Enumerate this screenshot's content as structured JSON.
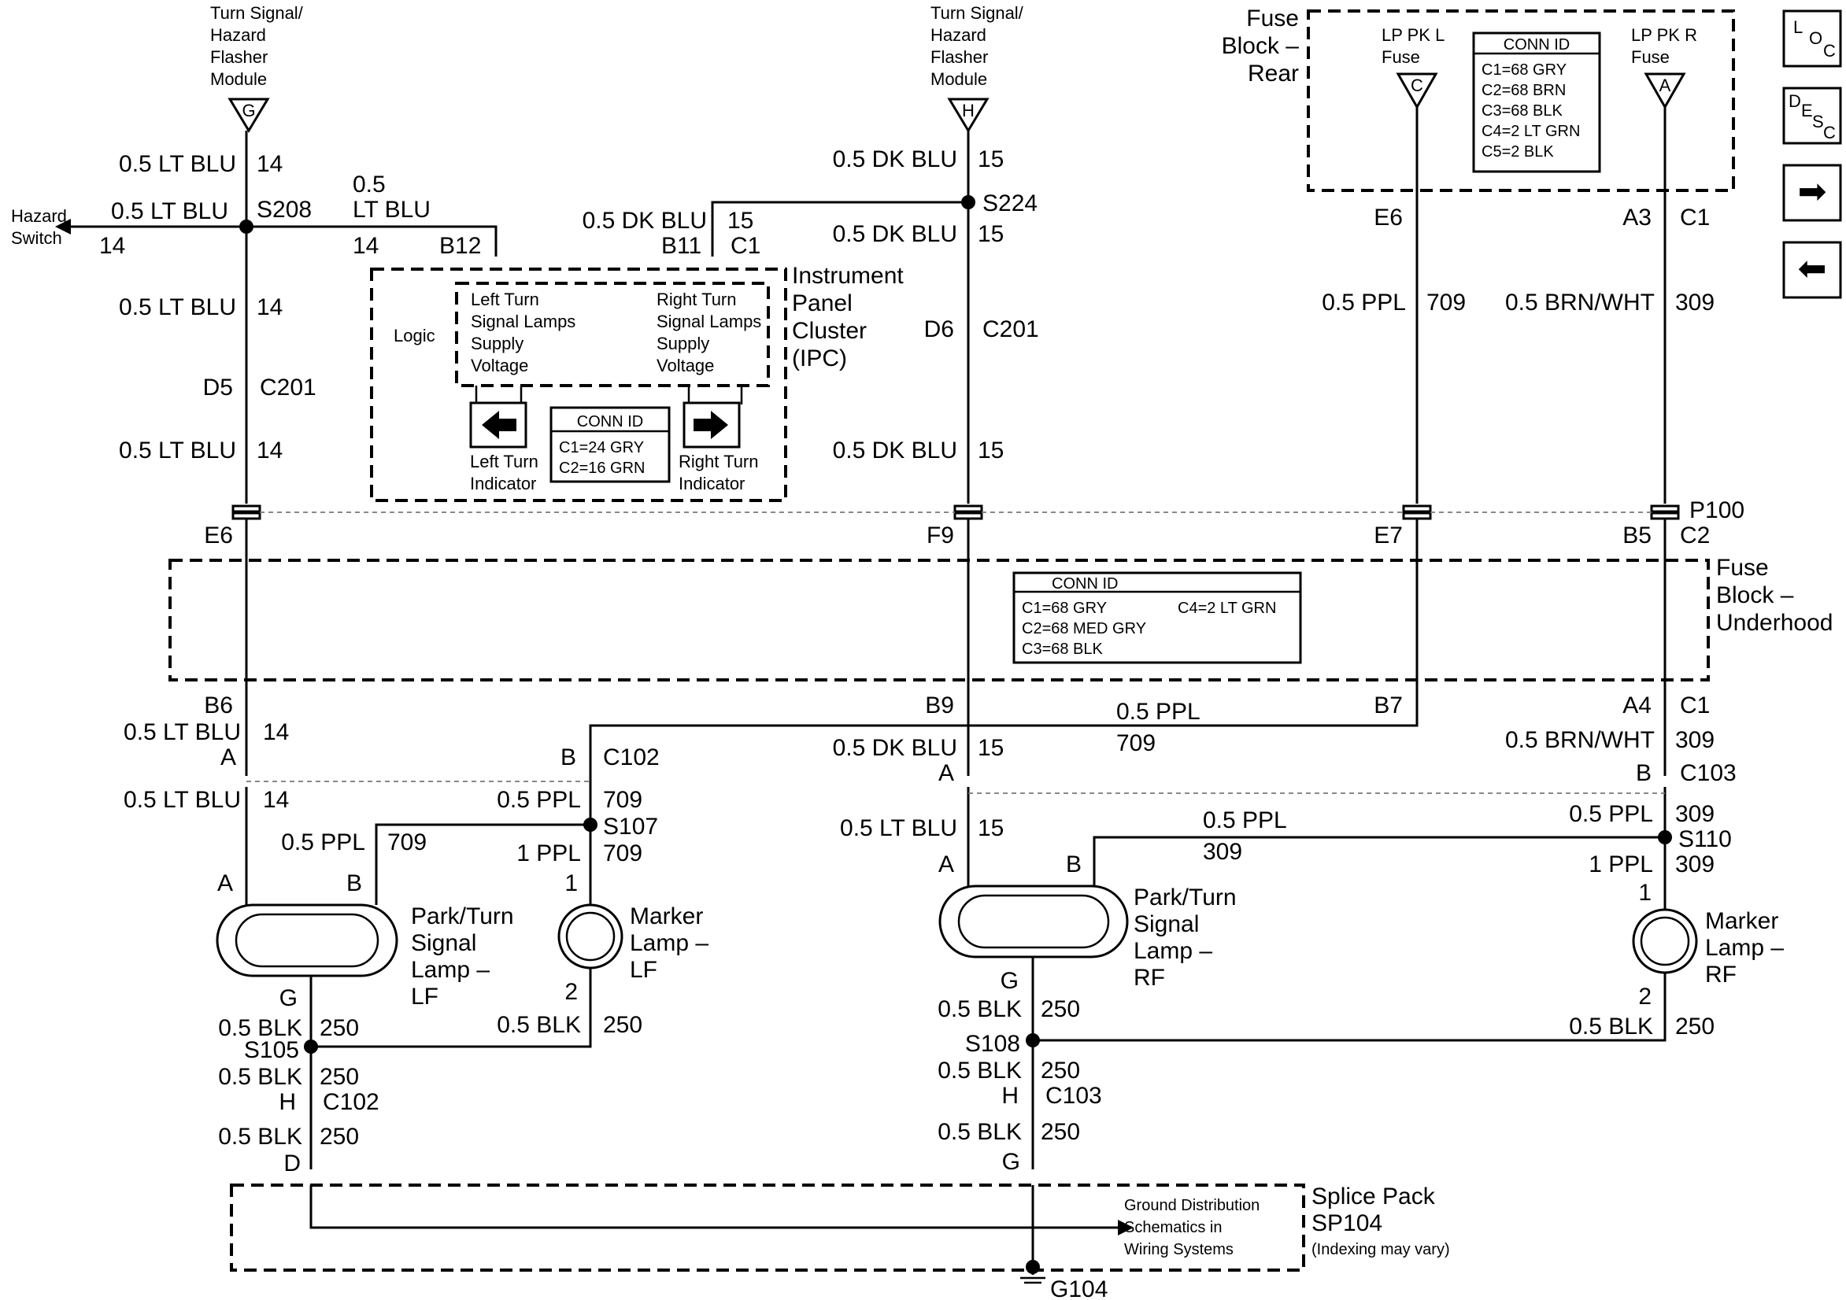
{
  "modules": {
    "flasher_left": {
      "lines": [
        "Turn Signal/",
        "Hazard",
        "Flasher",
        "Module"
      ],
      "terminal": "G"
    },
    "flasher_right": {
      "lines": [
        "Turn Signal/",
        "Hazard",
        "Flasher",
        "Module"
      ],
      "terminal": "H"
    },
    "fuse_block_rear": {
      "lines": [
        "Fuse",
        "Block –",
        "Rear"
      ]
    },
    "fuse_lp_pk_l": {
      "lines": [
        "LP PK L",
        "Fuse"
      ],
      "terminal": "C"
    },
    "fuse_lp_pk_r": {
      "lines": [
        "LP PK R",
        "Fuse"
      ],
      "terminal": "A"
    },
    "conn_rear": {
      "title": "CONN ID",
      "lines": [
        "C1=68 GRY",
        "C2=68 BRN",
        "C3=68 BLK",
        "C4=2 LT GRN",
        "C5=2 BLK"
      ]
    },
    "ipc": {
      "lines": [
        "Instrument",
        "Panel",
        "Cluster",
        "(IPC)"
      ]
    },
    "ipc_logic": "Logic",
    "ipc_left_supply": {
      "lines": [
        "Left Turn",
        "Signal Lamps",
        "Supply",
        "Voltage"
      ]
    },
    "ipc_right_supply": {
      "lines": [
        "Right Turn",
        "Signal Lamps",
        "Supply",
        "Voltage"
      ]
    },
    "ipc_conn": {
      "title": "CONN ID",
      "lines": [
        "C1=24 GRY",
        "C2=16 GRN"
      ]
    },
    "left_indicator": {
      "lines": [
        "Left Turn",
        "Indicator"
      ]
    },
    "right_indicator": {
      "lines": [
        "Right Turn",
        "Indicator"
      ]
    },
    "fuse_block_underhood": {
      "lines": [
        "Fuse",
        "Block –",
        "Underhood"
      ]
    },
    "conn_underhood": {
      "title": "CONN ID",
      "lines": [
        "C1=68 GRY",
        "C2=68 MED GRY",
        "C3=68 BLK"
      ],
      "extra": "C4=2 LT GRN"
    },
    "hazard_switch": {
      "lines": [
        "Hazard",
        "Switch"
      ]
    },
    "park_lamp_lf": {
      "lines": [
        "Park/Turn",
        "Signal",
        "Lamp –",
        "LF"
      ]
    },
    "marker_lamp_lf": {
      "lines": [
        "Marker",
        "Lamp –",
        "LF"
      ]
    },
    "park_lamp_rf": {
      "lines": [
        "Park/Turn",
        "Signal",
        "Lamp –",
        "RF"
      ]
    },
    "marker_lamp_rf": {
      "lines": [
        "Marker",
        "Lamp –",
        "RF"
      ]
    },
    "splice_pack": {
      "lines": [
        "Splice Pack",
        "SP104",
        "(Indexing may vary)"
      ]
    },
    "ground_dist": {
      "lines": [
        "Ground Distribution",
        "Schematics in",
        "Wiring Systems"
      ]
    },
    "ground": "G104"
  },
  "nav_buttons": [
    {
      "name": "loc-button",
      "letters": [
        "L",
        "O",
        "C"
      ]
    },
    {
      "name": "desc-button",
      "letters": [
        "D",
        "E",
        "S",
        "C"
      ]
    },
    {
      "name": "next-arrow",
      "glyph": "➡"
    },
    {
      "name": "prev-arrow",
      "glyph": "⬅"
    }
  ],
  "labels": {
    "w1": "0.5 LT BLU",
    "c1": "14",
    "w2": "0.5 LT BLU",
    "hz14": "14",
    "s208": "S208",
    "w3a": "0.5",
    "w3b": "LT BLU",
    "c3": "14",
    "b12": "B12",
    "w4": "0.5 LT BLU",
    "c4": "14",
    "d5": "D5",
    "c201a": "C201",
    "w5": "0.5 LT BLU",
    "c5": "14",
    "w6": "0.5 DK BLU",
    "c6": "15",
    "s224": "S224",
    "w7": "0.5 DK BLU",
    "c7": "15",
    "b11": "B11",
    "c1a": "C1",
    "w8": "0.5 DK BLU",
    "c8": "15",
    "d6": "D6",
    "c201b": "C201",
    "w9": "0.5 DK BLU",
    "c9": "15",
    "e6top": "E6",
    "a3": "A3",
    "c1b": "C1",
    "w10": "0.5 PPL",
    "c10": "709",
    "w11": "0.5 BRN/WHT",
    "c11": "309",
    "p100": "P100",
    "e6": "E6",
    "f9": "F9",
    "e7": "E7",
    "b5": "B5",
    "c2": "C2",
    "b6": "B6",
    "b9": "B9",
    "b7": "B7",
    "a4": "A4",
    "c1c": "C1",
    "w12": "0.5 LT BLU",
    "c12": "14",
    "a_a": "A",
    "w13": "0.5 PPL",
    "c13": "709",
    "b_c102": "B",
    "c102a": "C102",
    "w14": "0.5 DK BLU",
    "c14": "15",
    "a_b": "A",
    "w15": "0.5 BRN/WHT",
    "c15": "309",
    "b_c103": "B",
    "c103a": "C103",
    "w16": "0.5 LT BLU",
    "c16": "14",
    "w17": "0.5 PPL",
    "c17": "709",
    "s107": "S107",
    "w18": "0.5 PPL",
    "c18": "709",
    "w19": "1 PPL",
    "c19": "709",
    "pin1l": "1",
    "w20": "0.5 LT BLU",
    "c20": "15",
    "w21": "0.5 PPL",
    "c21": "309",
    "w22": "0.5 PPL",
    "c22": "309",
    "s110": "S110",
    "w23": "1 PPL",
    "c23": "309",
    "pin1r": "1",
    "lfA": "A",
    "lfB": "B",
    "rfA": "A",
    "rfB": "B",
    "lfG": "G",
    "pin2l": "2",
    "rfG": "G",
    "pin2r": "2",
    "w24": "0.5 BLK",
    "c24": "250",
    "s105": "S105",
    "w25": "0.5 BLK",
    "c25": "250",
    "w26": "0.5 BLK",
    "c26": "250",
    "h1": "H",
    "c102b": "C102",
    "w27": "0.5 BLK",
    "c27": "250",
    "d1": "D",
    "w28": "0.5 BLK",
    "c28": "250",
    "s108": "S108",
    "w29": "0.5 BLK",
    "c29": "250",
    "h2": "H",
    "c103b": "C103",
    "w30": "0.5 BLK",
    "c30": "250",
    "g1": "G",
    "w31": "0.5 BLK",
    "c31": "250"
  }
}
